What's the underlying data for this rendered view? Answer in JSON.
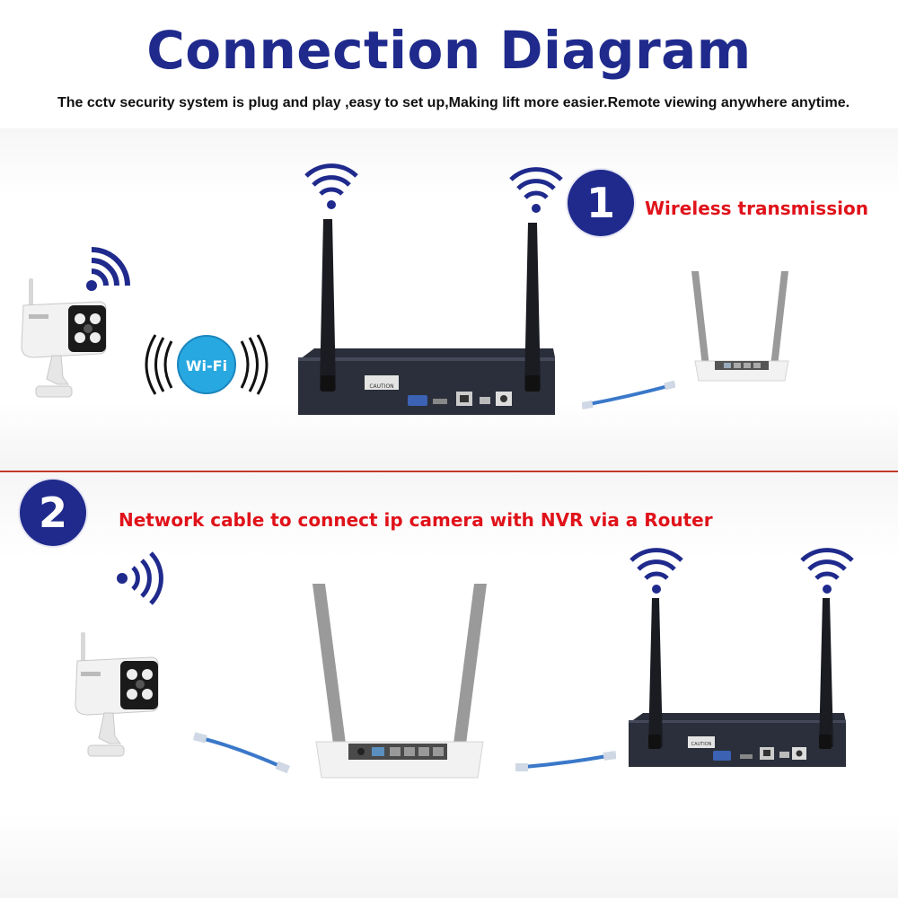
{
  "header": {
    "title": "Connection Diagram",
    "subtitle": "The cctv security system is plug and play ,easy to set up,Making lift more easier.Remote viewing anywhere anytime."
  },
  "section1": {
    "number": "1",
    "label": "Wireless transmission",
    "wifi_badge": "Wi-Fi",
    "nvr_caution": "CAUTION"
  },
  "section2": {
    "number": "2",
    "label": "Network cable to connect ip camera with NVR via a Router",
    "nvr_caution": "CAUTION"
  },
  "colors": {
    "title_blue": "#1f2a8c",
    "label_red": "#e0121a",
    "divider_red": "#c0392b",
    "wifi_blue": "#1f2a8c",
    "cable_blue": "#3a78c9"
  },
  "icons": [
    "wifi-signal-icon",
    "ip-camera-icon",
    "wifi-badge-icon",
    "nvr-device-icon",
    "router-icon",
    "network-cable-icon"
  ]
}
